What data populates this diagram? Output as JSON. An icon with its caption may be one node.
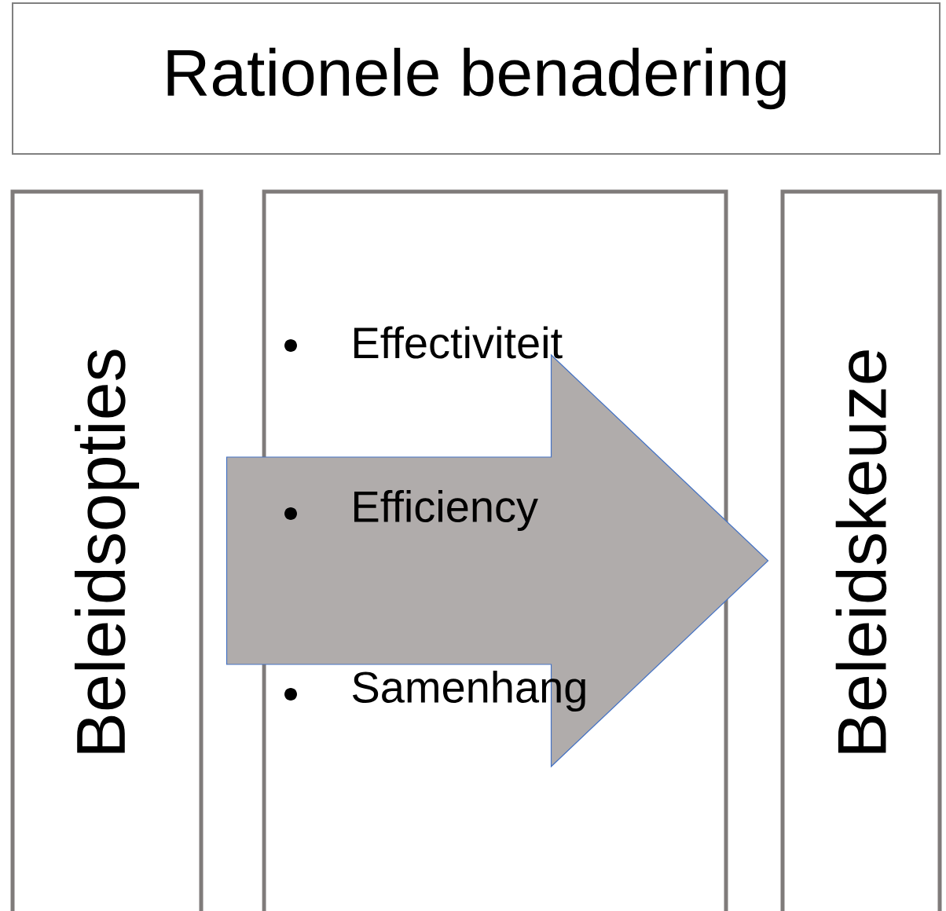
{
  "diagram": {
    "nodes": [
      {
        "text": [
          "Rationele benadering"
        ]
      },
      {
        "text": [
          "Beleidsopties"
        ]
      },
      {
        "text": [
          "Effectiviteit",
          "Efficiency",
          "Samenhang"
        ]
      },
      {
        "text": [
          "Beleidskeuze"
        ]
      }
    ],
    "edges": [
      {
        "from": 1,
        "to": 3,
        "arrow": "to",
        "style": "thick"
      }
    ]
  }
}
